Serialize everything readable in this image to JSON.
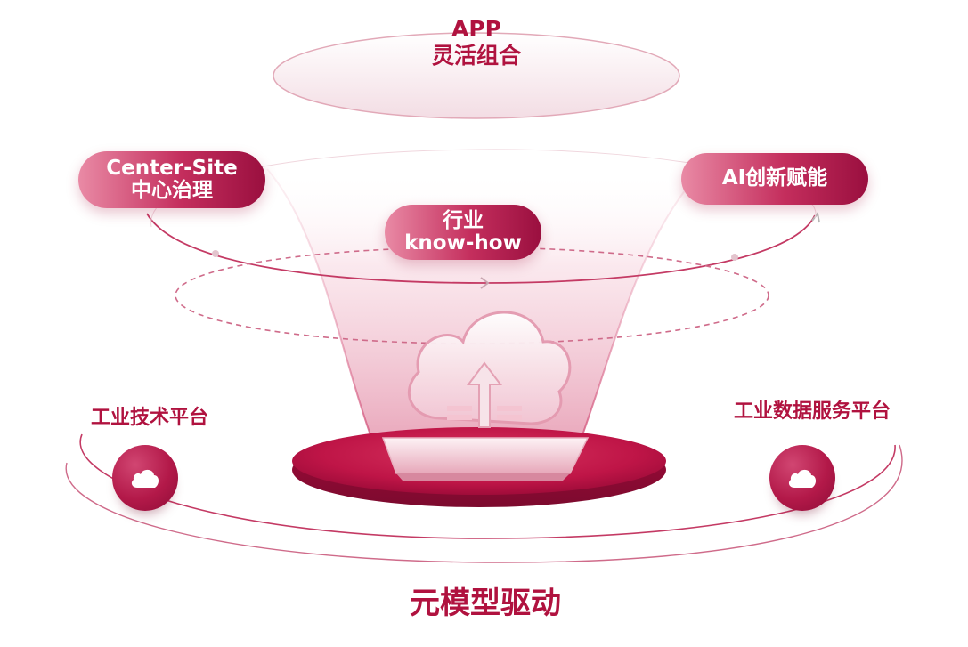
{
  "top": {
    "line1": "APP",
    "line2": "灵活组合"
  },
  "center_site": {
    "line1": "Center-Site",
    "line2": "中心治理"
  },
  "ai": {
    "label": "AI创新赋能"
  },
  "industry": {
    "line1": "行业",
    "line2": "know-how"
  },
  "left_platform": {
    "label": "工业技术平台",
    "icon": "cloud-icon"
  },
  "right_platform": {
    "label": "工业数据服务平台",
    "icon": "cloud-icon"
  },
  "bottom": {
    "label": "元模型驱动"
  },
  "colors": {
    "accent": "#b0123f",
    "pill_dark": "#9a0f3f",
    "pill_light": "#e98aa5"
  }
}
